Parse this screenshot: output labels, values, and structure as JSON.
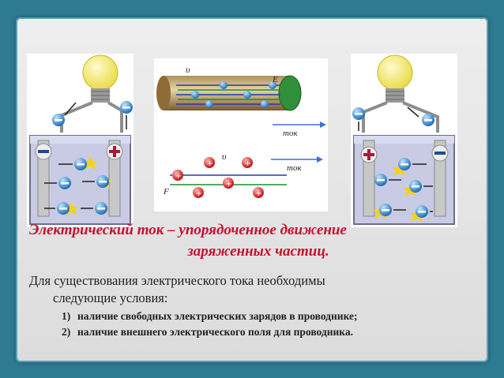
{
  "slide": {
    "heading_line1": "Электрический ток – упорядоченное движение",
    "heading_line2": "заряженных частиц.",
    "intro_line1": "Для существования электрического тока необходимы",
    "intro_line2": "следующие условия:",
    "conditions": [
      {
        "number": "1)",
        "text": "наличие свободных электрических зарядов в проводнике;"
      },
      {
        "number": "2)",
        "text": "наличие внешнего электрического поля для проводника."
      }
    ]
  },
  "figure_middle": {
    "velocity_label": "υ",
    "field_label": "E",
    "current_label": "ток",
    "current_label_2": "ток",
    "velocity_label_2": "υ",
    "field_label_2": "F"
  },
  "colors": {
    "background": "#2e7a93",
    "heading": "#c8102e",
    "electron": "#2b8fd6",
    "ion": "#d62424",
    "bulb": "#f7ec6a",
    "electrolyte": "#c9cbe4"
  },
  "icons": [
    "light-bulb-icon",
    "electron-icon",
    "positive-ion-icon",
    "plus-electrode-icon",
    "minus-electrode-icon"
  ]
}
